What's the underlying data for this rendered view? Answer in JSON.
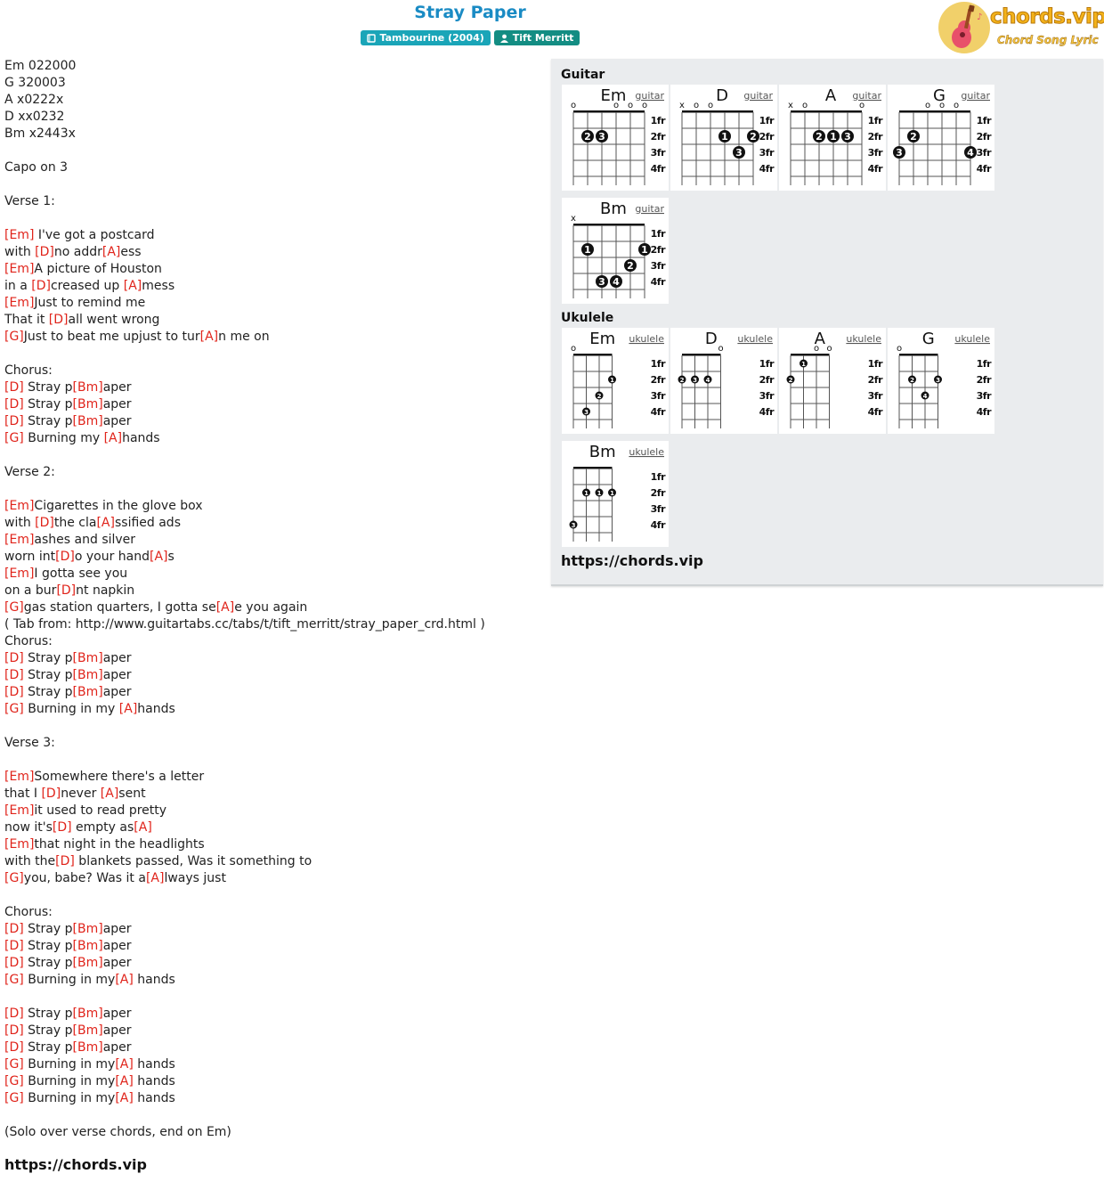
{
  "song": {
    "title": "Stray Paper",
    "album": "Tambourine (2004)",
    "artist": "Tift Merritt"
  },
  "logo": {
    "brand": "chords.vip",
    "tagline": "Chord Song Lyric",
    "icon": "ukulele-icon"
  },
  "colors": {
    "title": "#1a8bc4",
    "chord": "#e0241b",
    "album_badge": "#1aa5b8",
    "artist_badge": "#138d83"
  },
  "lyrics": [
    "Em 022000",
    "G 320003",
    "A x0222x",
    "D xx0232",
    "Bm x2443x",
    "",
    "Capo on 3",
    "",
    "Verse 1:",
    "",
    "[Em] I've got a postcard",
    "with [D]no addr[A]ess",
    "[Em]A picture of Houston",
    "in a [D]creased up [A]mess",
    "[Em]Just to remind me",
    "That it [D]all went wrong",
    "[G]Just to beat me upjust to tur[A]n me on",
    "",
    "Chorus:",
    "[D] Stray p[Bm]aper",
    "[D] Stray p[Bm]aper",
    "[D] Stray p[Bm]aper",
    "[G] Burning my [A]hands",
    "",
    "Verse 2:",
    "",
    "[Em]Cigarettes in the glove box",
    "with [D]the cla[A]ssified ads",
    "[Em]ashes and silver",
    "worn int[D]o your hand[A]s",
    "[Em]I gotta see you",
    "on a bur[D]nt napkin",
    "[G]gas station quarters, I gotta se[A]e you again",
    "( Tab from: http://www.guitartabs.cc/tabs/t/tift_merritt/stray_paper_crd.html )",
    "Chorus:",
    "[D] Stray p[Bm]aper",
    "[D] Stray p[Bm]aper",
    "[D] Stray p[Bm]aper",
    "[G] Burning in my [A]hands",
    "",
    "Verse 3:",
    "",
    "[Em]Somewhere there's a letter",
    "that I [D]never [A]sent",
    "[Em]it used to read pretty",
    "now it's[D] empty as[A]",
    "[Em]that night in the headlights",
    "with the[D] blankets passed, Was it something to",
    "[G]you, babe? Was it a[A]lways just",
    "",
    "Chorus:",
    "[D] Stray p[Bm]aper",
    "[D] Stray p[Bm]aper",
    "[D] Stray p[Bm]aper",
    "[G] Burning in my[A] hands",
    "",
    "[D] Stray p[Bm]aper",
    "[D] Stray p[Bm]aper",
    "[D] Stray p[Bm]aper",
    "[G] Burning in my[A] hands",
    "[G] Burning in my[A] hands",
    "[G] Burning in my[A] hands",
    "",
    "(Solo over verse chords, end on Em)"
  ],
  "footer_site": "https://chords.vip",
  "sidebar": {
    "guitar_label": "Guitar",
    "ukulele_label": "Ukulele",
    "site": "https://chords.vip",
    "fret_labels": [
      "1fr",
      "2fr",
      "3fr",
      "4fr"
    ],
    "guitar_chords": [
      {
        "name": "Em",
        "tag": "guitar",
        "markers": [
          "o",
          "",
          "",
          "o",
          "o",
          "o"
        ],
        "dots": [
          {
            "s": 2,
            "f": 2,
            "t": "2"
          },
          {
            "s": 3,
            "f": 2,
            "t": "3"
          }
        ]
      },
      {
        "name": "D",
        "tag": "guitar",
        "markers": [
          "x",
          "o",
          "o",
          "",
          "",
          ""
        ],
        "dots": [
          {
            "s": 4,
            "f": 2,
            "t": "1"
          },
          {
            "s": 6,
            "f": 2,
            "t": "2"
          },
          {
            "s": 5,
            "f": 3,
            "t": "3"
          }
        ]
      },
      {
        "name": "A",
        "tag": "guitar",
        "markers": [
          "x",
          "o",
          "",
          "",
          "",
          "o"
        ],
        "dots": [
          {
            "s": 3,
            "f": 2,
            "t": "2"
          },
          {
            "s": 4,
            "f": 2,
            "t": "1"
          },
          {
            "s": 5,
            "f": 2,
            "t": "3"
          }
        ]
      },
      {
        "name": "G",
        "tag": "guitar",
        "markers": [
          "",
          "",
          "o",
          "o",
          "o",
          ""
        ],
        "dots": [
          {
            "s": 2,
            "f": 2,
            "t": "2"
          },
          {
            "s": 1,
            "f": 3,
            "t": "3"
          },
          {
            "s": 6,
            "f": 3,
            "t": "4"
          }
        ]
      },
      {
        "name": "Bm",
        "tag": "guitar",
        "markers": [
          "x",
          "",
          "",
          "",
          "",
          ""
        ],
        "dots": [
          {
            "s": 2,
            "f": 2,
            "t": "1"
          },
          {
            "s": 6,
            "f": 2,
            "t": "1"
          },
          {
            "s": 5,
            "f": 3,
            "t": "2"
          },
          {
            "s": 3,
            "f": 4,
            "t": "3"
          },
          {
            "s": 4,
            "f": 4,
            "t": "4"
          }
        ]
      }
    ],
    "ukulele_chords": [
      {
        "name": "Em",
        "tag": "ukulele",
        "markers": [
          "o",
          "",
          "",
          ""
        ],
        "dots": [
          {
            "s": 4,
            "f": 2,
            "t": "1"
          },
          {
            "s": 3,
            "f": 3,
            "t": "2"
          },
          {
            "s": 2,
            "f": 4,
            "t": "3"
          }
        ]
      },
      {
        "name": "D",
        "tag": "ukulele",
        "markers": [
          "",
          "",
          "",
          "o"
        ],
        "dots": [
          {
            "s": 1,
            "f": 2,
            "t": "2"
          },
          {
            "s": 2,
            "f": 2,
            "t": "3"
          },
          {
            "s": 3,
            "f": 2,
            "t": "4"
          }
        ]
      },
      {
        "name": "A",
        "tag": "ukulele",
        "markers": [
          "",
          "",
          "o",
          "o"
        ],
        "dots": [
          {
            "s": 2,
            "f": 1,
            "t": "1"
          },
          {
            "s": 1,
            "f": 2,
            "t": "2"
          }
        ]
      },
      {
        "name": "G",
        "tag": "ukulele",
        "markers": [
          "o",
          "",
          "",
          ""
        ],
        "dots": [
          {
            "s": 2,
            "f": 2,
            "t": "2"
          },
          {
            "s": 4,
            "f": 2,
            "t": "3"
          },
          {
            "s": 3,
            "f": 3,
            "t": "4"
          }
        ]
      },
      {
        "name": "Bm",
        "tag": "ukulele",
        "markers": [
          "",
          "",
          "",
          ""
        ],
        "dots": [
          {
            "s": 2,
            "f": 2,
            "t": "1"
          },
          {
            "s": 3,
            "f": 2,
            "t": "1"
          },
          {
            "s": 4,
            "f": 2,
            "t": "1"
          },
          {
            "s": 1,
            "f": 4,
            "t": "3"
          }
        ]
      }
    ]
  }
}
